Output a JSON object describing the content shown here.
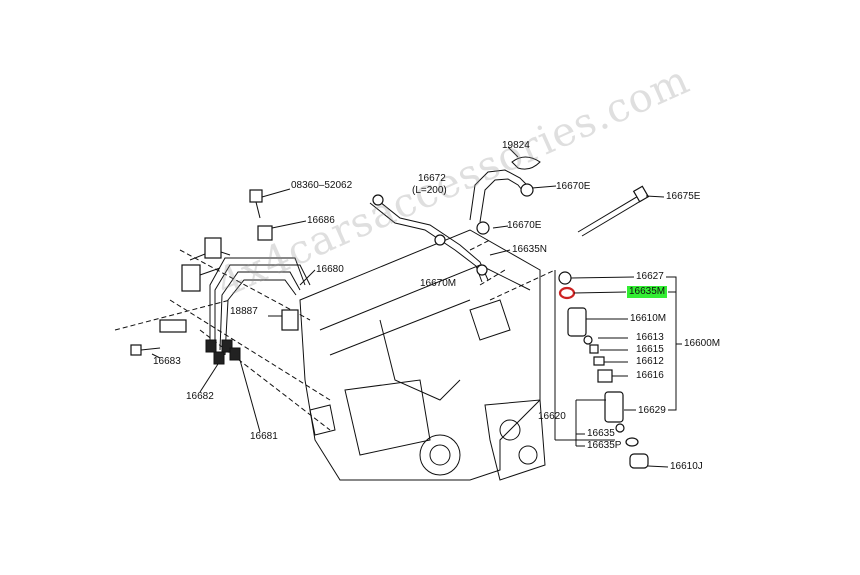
{
  "diagram": {
    "highlight_color": "#33ee33",
    "seal_color": "#cc2222",
    "watermark": "4x4carsaccessories.com",
    "labels": {
      "p19824": "19824",
      "p16672": "16672",
      "p16672_len": "(L=200)",
      "p16670e_a": "16670E",
      "p16670e_b": "16670E",
      "p16675e": "16675E",
      "p08360": "08360–52062",
      "p16686": "16686",
      "p16635n": "16635N",
      "p16680": "16680",
      "p16670m": "16670M",
      "p16627": "16627",
      "p16635m": "16635M",
      "p18887": "18887",
      "p16610m": "16610M",
      "p16613": "16613",
      "p16615": "16615",
      "p16600m": "16600M",
      "p16612": "16612",
      "p16616": "16616",
      "p16683": "16683",
      "p16682": "16682",
      "p16629": "16629",
      "p16620": "16620",
      "p16635": "16635",
      "p16635p": "16635P",
      "p16681": "16681",
      "p16610j": "16610J"
    }
  }
}
